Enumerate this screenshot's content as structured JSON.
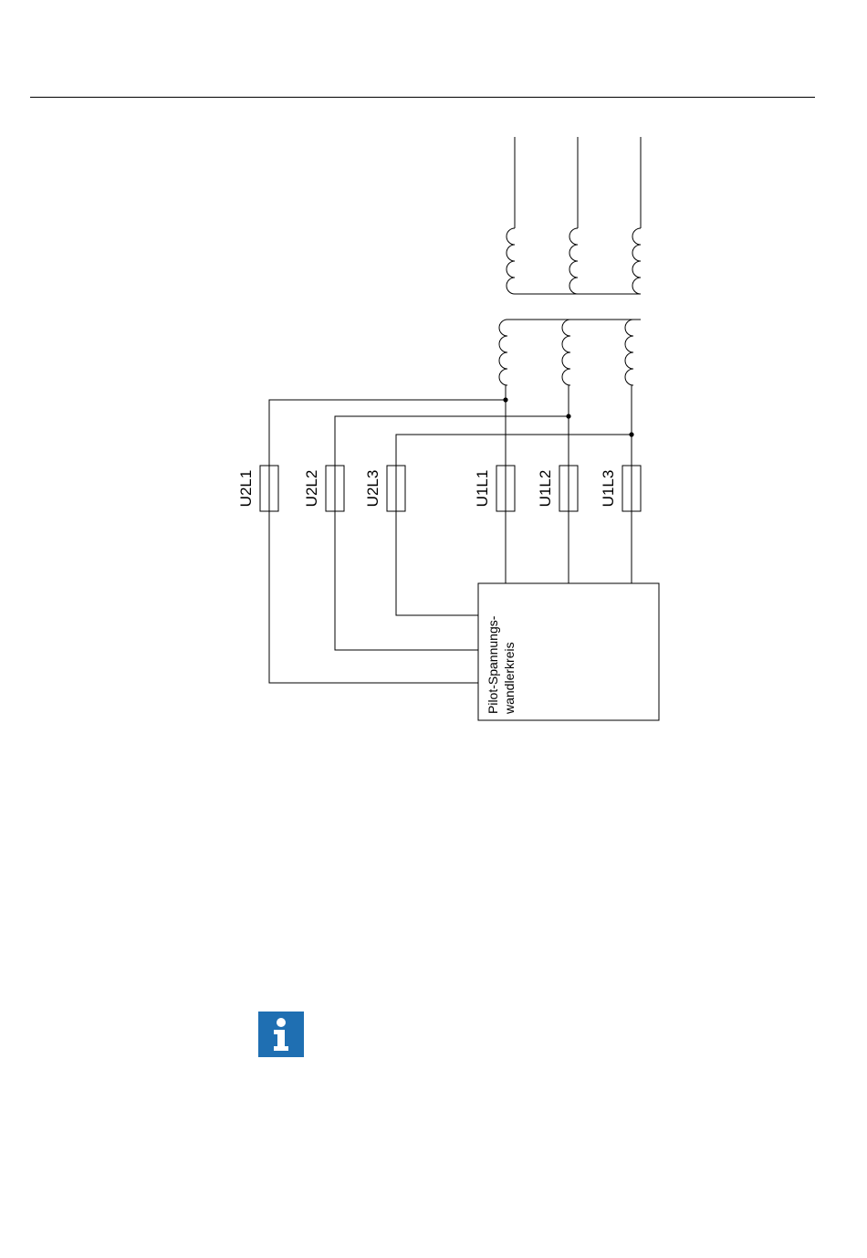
{
  "diagram": {
    "fuse_labels": {
      "u2l1": "U2L1",
      "u2l2": "U2L2",
      "u2l3": "U2L3",
      "u1l1": "U1L1",
      "u1l2": "U1L2",
      "u1l3": "U1L3"
    },
    "box_label": {
      "line1": "Pilot-Spannungs-",
      "line2": "wandlerkreis"
    }
  },
  "note": {
    "icon": "info-icon",
    "icon_color": "#1f6fb2"
  }
}
